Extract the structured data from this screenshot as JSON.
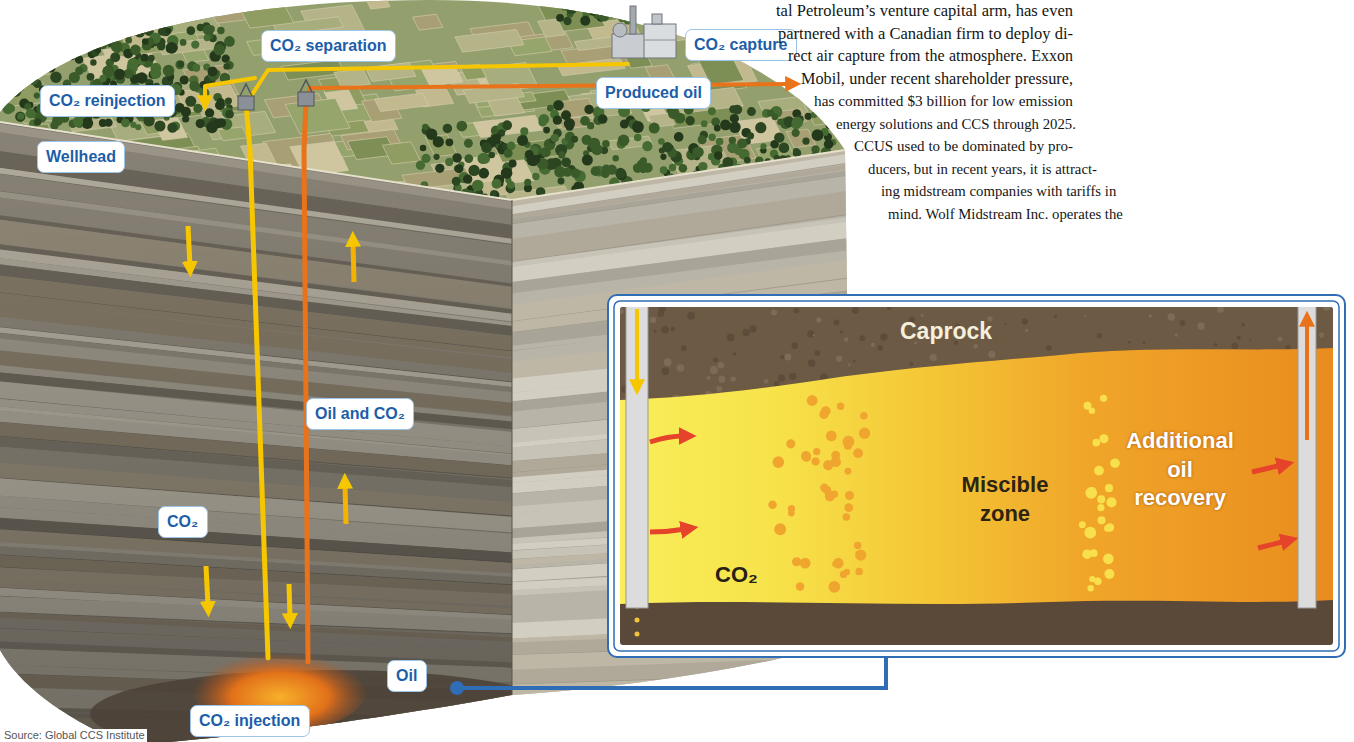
{
  "diagram": {
    "nodes": [
      {
        "text": [
          "CO₂ capture"
        ]
      },
      {
        "text": [
          "CO₂ separation"
        ]
      },
      {
        "text": [
          "CO₂ reinjection"
        ]
      },
      {
        "text": [
          "Produced oil"
        ]
      },
      {
        "text": [
          "Wellhead"
        ]
      },
      {
        "text": [
          "Oil and CO₂"
        ]
      },
      {
        "text": [
          "CO₂"
        ]
      },
      {
        "text": [
          "Oil"
        ]
      },
      {
        "text": [
          "CO₂ injection"
        ]
      },
      {
        "text": [
          "Caprock",
          "CO₂",
          "Miscible zone",
          "Additional oil recovery"
        ]
      }
    ],
    "labels": [
      "tal Petroleum’s venture capital arm, has even",
      "partnered with a Canadian firm to deploy di-",
      "rect air capture from the atmosphere. Exxon",
      "Mobil, under recent shareholder pressure,",
      "has committed $3 billion for low emission",
      "energy solutions and CCS through 2025.",
      "CCUS used to be dominated by pro-",
      "ducers, but in recent years, it is attract-",
      "ing midstream companies with tariffs in",
      "mind. Wolf Midstream Inc. operates the",
      "Source: Global CCS Institute"
    ]
  }
}
